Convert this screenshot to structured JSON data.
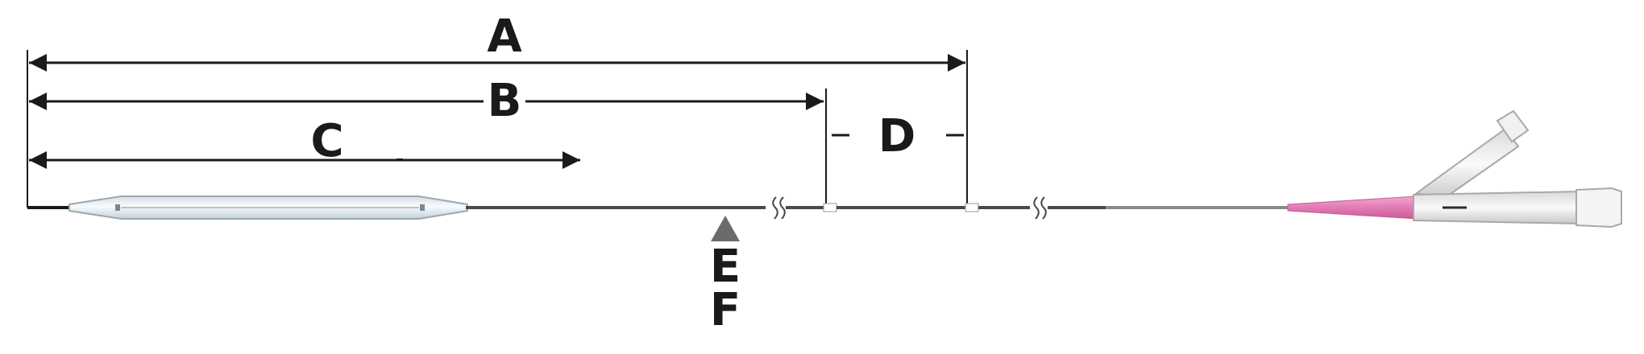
{
  "diagram": {
    "labels": {
      "a": "A",
      "b": "B",
      "c": "C",
      "d": "D",
      "e": "E",
      "f": "F"
    }
  },
  "colors": {
    "line": "#1a1a1a",
    "shaft": "#4a4a4a",
    "proximal_shaft": "#8a8a8a",
    "balloon": "#e6edf2",
    "balloon_edge": "#9aa8b2",
    "strain_relief": "#e27bb3",
    "hub": "#e9e9e9",
    "hub_edge": "#a9a9a9",
    "marker": "#6b6b6b"
  }
}
